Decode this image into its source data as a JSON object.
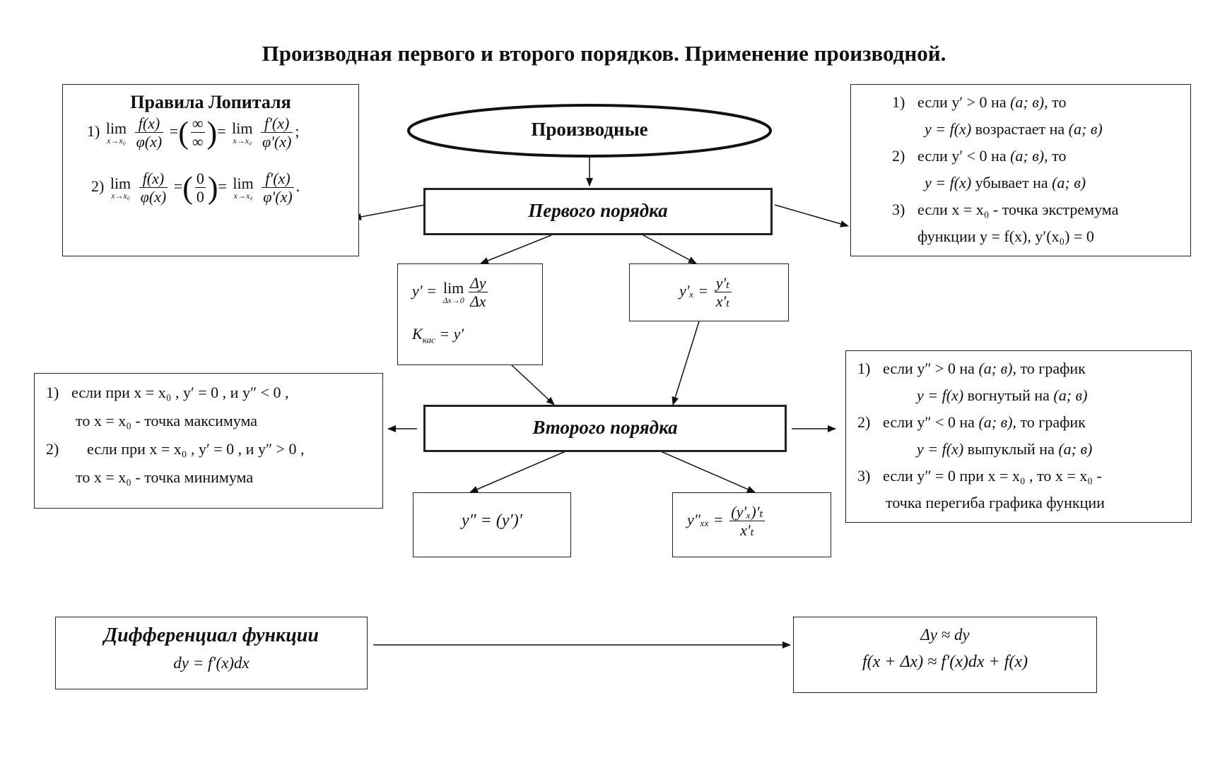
{
  "title": "Производная первого и второго порядков. Применение производной.",
  "center": {
    "root": "Производные",
    "first": "Первого порядка",
    "second": "Второго порядка"
  },
  "lopital": {
    "title": "Правила Лопиталя",
    "rule1": {
      "num": "1)",
      "lim": "lim",
      "sub": "x→x₀",
      "f": "f(x)",
      "phi": "φ(x)",
      "indet_top": "∞",
      "indet_bot": "∞",
      "fp": "f′(x)",
      "phip": "φ′(x)",
      "end": ";"
    },
    "rule2": {
      "num": "2)",
      "lim": "lim",
      "sub": "x→x₀",
      "f": "f(x)",
      "phi": "φ(x)",
      "indet_top": "0",
      "indet_bot": "0",
      "fp": "f′(x)",
      "phip": "φ′(x)",
      "end": "."
    }
  },
  "monotonic": {
    "i1_num": "1)",
    "i1_a": "если  y′ > 0  на ",
    "i1_b": "(а; в)",
    "i1_c": ", то",
    "i1_line2_a": "y = f(x)",
    "i1_line2_b": " возрастает на ",
    "i1_line2_c": "(а; в)",
    "i2_num": "2)",
    "i2_a": "если  y′ < 0  на ",
    "i2_b": "(а; в)",
    "i2_c": ", то",
    "i2_line2_a": "y = f(x)",
    "i2_line2_b": " убывает на ",
    "i2_line2_c": "(а; в)",
    "i3_num": "3)",
    "i3_a": "если  x = x₀ - точка экстремума",
    "i3_line2": "функции  y = f(x),  y′(x₀) = 0"
  },
  "first_def": {
    "y": "y′ = ",
    "lim": "lim",
    "sub": "Δx→0",
    "num": "Δy",
    "den": "Δx",
    "k": "K",
    "k_sub": "кас",
    "k_rest": " = y′"
  },
  "param_first": {
    "lhs": "y′ₓ = ",
    "num": "y′ₜ",
    "den": "x′ₜ"
  },
  "extrema": {
    "i1_num": "1)",
    "i1": "если при  x = x₀ ,  y′ = 0 ,  и  y″ < 0 ,",
    "i1_line2": "то  x = x₀  - точка максимума",
    "i2_num": "2)",
    "i2": "если при  x = x₀ ,  y′ = 0 , и  y″ > 0 ,",
    "i2_line2": "то  x = x₀  - точка минимума"
  },
  "convexity": {
    "i1_num": "1)",
    "i1_a": "если  y″ > 0  на ",
    "i1_b": "(а; в)",
    "i1_c": ", то график",
    "i1_line2_a": "y = f(x)",
    "i1_line2_b": " вогнутый на ",
    "i1_line2_c": "(а; в)",
    "i2_num": "2)",
    "i2_a": "если  y″ < 0  на ",
    "i2_b": "(а; в)",
    "i2_c": ", то график",
    "i2_line2_a": "y = f(x)",
    "i2_line2_b": " выпуклый на ",
    "i2_line2_c": "(а; в)",
    "i3_num": "3)",
    "i3": "если  y″ = 0  при x = x₀ , то x = x₀ -",
    "i3_line2": "точка  перегиба графика функции"
  },
  "second_def": {
    "formula": "y″ = (y′)′"
  },
  "param_second": {
    "lhs": "y″ₓₓ = ",
    "num": "(y′ₓ)′ₜ",
    "den": "x′ₜ"
  },
  "differential": {
    "title": "Дифференциал функции",
    "formula": "dy = f′(x)dx"
  },
  "approx": {
    "line1": "Δy ≈ dy",
    "line2": "f(x + Δx) ≈ f′(x)dx + f(x)"
  }
}
